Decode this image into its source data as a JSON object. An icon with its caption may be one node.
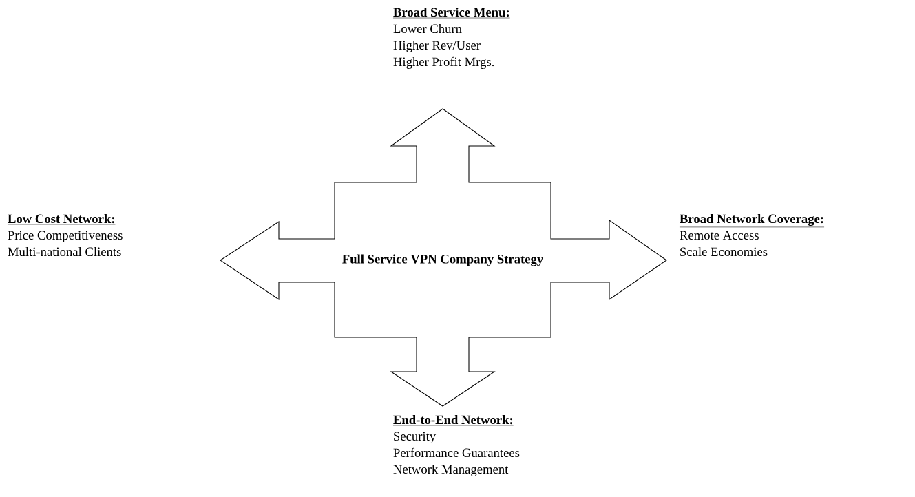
{
  "diagram": {
    "nodes": [
      {
        "text": [
          "Broad Service Menu:",
          "Lower Churn",
          "Higher Rev/User",
          "Higher Profit Mrgs."
        ]
      },
      {
        "text": [
          "Low Cost Network:",
          "Price Competitiveness",
          "Multi-national Clients"
        ]
      },
      {
        "text": [
          "Full Service VPN Company Strategy"
        ]
      },
      {
        "text": [
          "Broad Network Coverage:",
          "Remote Access",
          "Scale Economies"
        ]
      },
      {
        "text": [
          "End-to-End Network:",
          "Security",
          "Performance Guarantees",
          "Network Management"
        ]
      }
    ]
  }
}
